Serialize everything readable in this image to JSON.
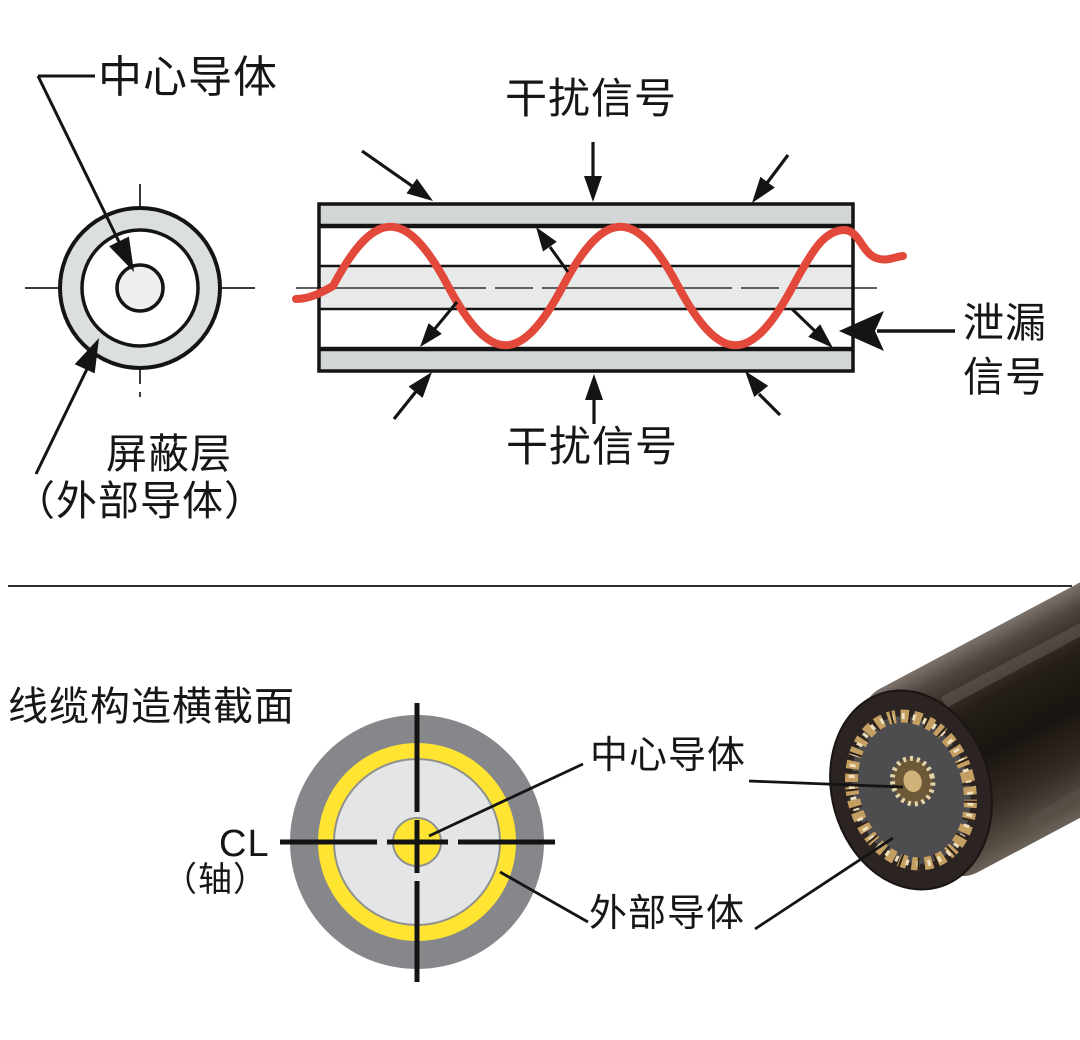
{
  "diagram_top": {
    "center_conductor_label": "中心导体",
    "interference_top_label": "干扰信号",
    "interference_bottom_label": "干扰信号",
    "leakage_label": "泄漏\n信号",
    "shield_label_line1": "屏蔽层",
    "shield_label_line2": "（外部导体）"
  },
  "diagram_bottom": {
    "section_title": "线缆构造横截面",
    "cl_label": "CL",
    "axis_label": "（轴）",
    "center_conductor_label": "中心导体",
    "outer_conductor_label": "外部导体"
  },
  "colors": {
    "signal_wave_red": "#e2493b",
    "shield_band_gray": "#d3d6d7",
    "conductor_band_gray": "#e8eaea",
    "ring_gray": "#dcdfe0",
    "center_dot_gray": "#edeff0",
    "outer_jacket_gray": "#85878a",
    "conductor_yellow": "#ffe431",
    "dielectric_gray": "#e4e5e6",
    "ink_black": "#141414"
  }
}
